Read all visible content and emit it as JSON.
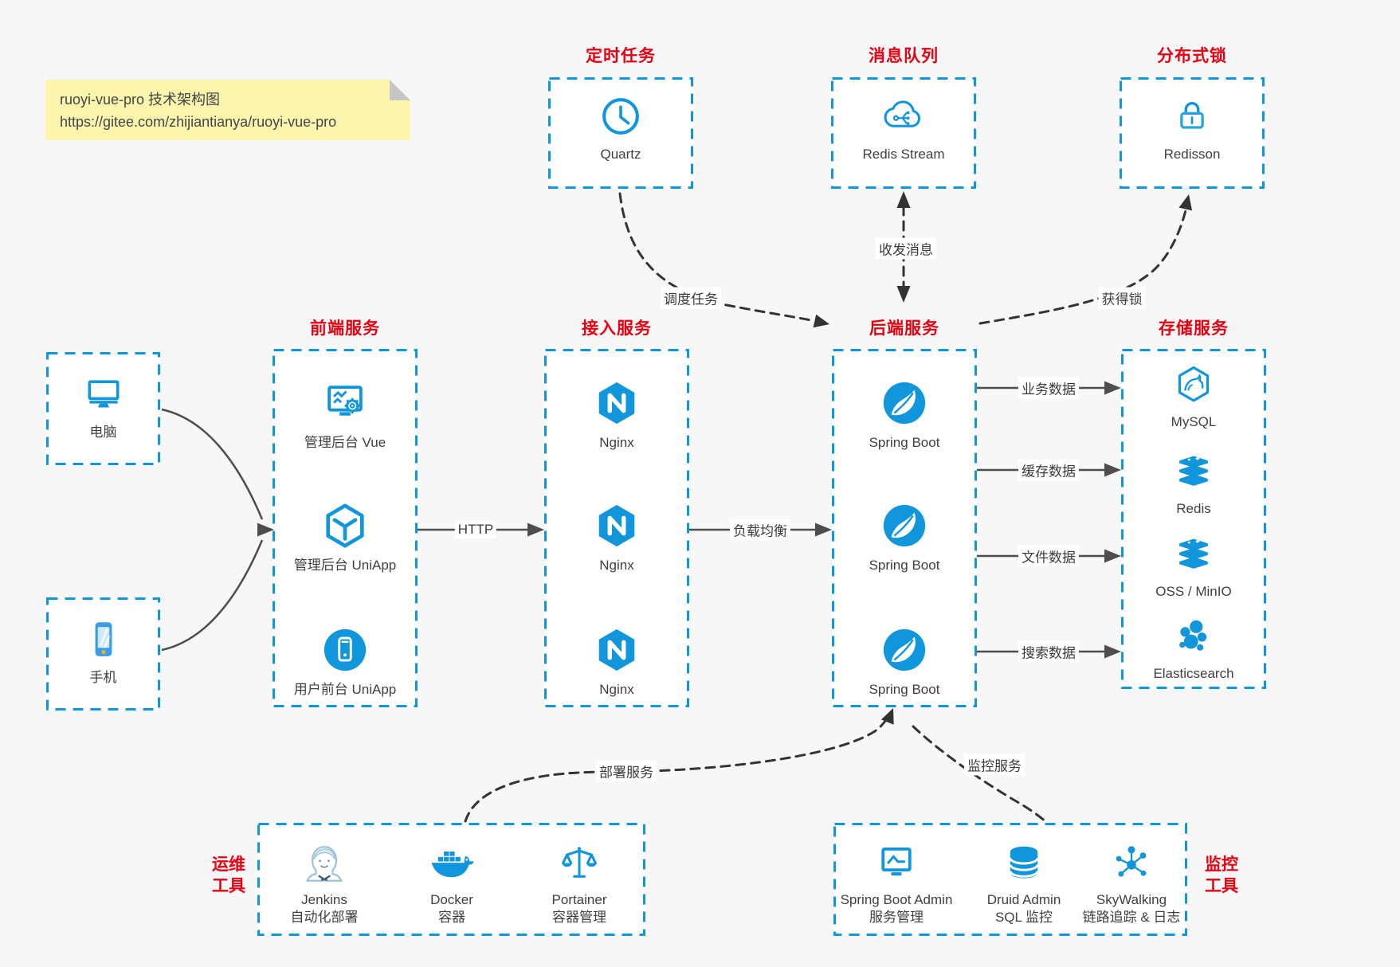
{
  "note": {
    "line1": "ruoyi-vue-pro 技术架构图",
    "line2": "https://gitee.com/zhijiantianya/ruoyi-vue-pro"
  },
  "top_groups": [
    {
      "title": "定时任务",
      "icon": "clock-icon",
      "label": "Quartz"
    },
    {
      "title": "消息队列",
      "icon": "cloud-stream-icon",
      "label": "Redis Stream"
    },
    {
      "title": "分布式锁",
      "icon": "lock-icon",
      "label": "Redisson"
    }
  ],
  "clients": [
    {
      "label": "电脑",
      "icon": "desktop-icon"
    },
    {
      "label": "手机",
      "icon": "smartphone-icon"
    }
  ],
  "columns": [
    {
      "title": "前端服务",
      "items": [
        {
          "label": "管理后台 Vue",
          "icon": "admin-vue-icon"
        },
        {
          "label": "管理后台 UniApp",
          "icon": "uniapp-cube-icon"
        },
        {
          "label": "用户前台 UniApp",
          "icon": "user-app-icon"
        }
      ]
    },
    {
      "title": "接入服务",
      "items": [
        {
          "label": "Nginx",
          "icon": "nginx-icon"
        },
        {
          "label": "Nginx",
          "icon": "nginx-icon"
        },
        {
          "label": "Nginx",
          "icon": "nginx-icon"
        }
      ]
    },
    {
      "title": "后端服务",
      "items": [
        {
          "label": "Spring Boot",
          "icon": "spring-boot-icon"
        },
        {
          "label": "Spring Boot",
          "icon": "spring-boot-icon"
        },
        {
          "label": "Spring Boot",
          "icon": "spring-boot-icon"
        }
      ]
    },
    {
      "title": "存储服务",
      "items": [
        {
          "label": "MySQL",
          "icon": "mysql-icon"
        },
        {
          "label": "Redis",
          "icon": "redis-stack-icon"
        },
        {
          "label": "OSS / MinIO",
          "icon": "oss-stack-icon"
        },
        {
          "label": "Elasticsearch",
          "icon": "elasticsearch-icon"
        }
      ]
    }
  ],
  "bottom_groups": [
    {
      "side_line1": "运维",
      "side_line2": "工具",
      "items": [
        {
          "label": "Jenkins",
          "sublabel": "自动化部署",
          "icon": "jenkins-butler-icon"
        },
        {
          "label": "Docker",
          "sublabel": "容器",
          "icon": "docker-whale-icon"
        },
        {
          "label": "Portainer",
          "sublabel": "容器管理",
          "icon": "portainer-scales-icon"
        }
      ]
    },
    {
      "side_line1": "监控",
      "side_line2": "工具",
      "items": [
        {
          "label": "Spring Boot Admin",
          "sublabel": "服务管理",
          "icon": "monitor-chart-icon"
        },
        {
          "label": "Druid Admin",
          "sublabel": "SQL 监控",
          "icon": "database-cylinder-icon"
        },
        {
          "label": "SkyWalking",
          "sublabel": "链路追踪 & 日志",
          "icon": "topology-icon"
        }
      ]
    }
  ],
  "edges": {
    "http": "HTTP",
    "load_balance": "负载均衡",
    "business": "业务数据",
    "cache": "缓存数据",
    "file": "文件数据",
    "search": "搜索数据",
    "mq": "收发消息",
    "schedule": "调度任务",
    "lock": "获得锁",
    "deploy": "部署服务",
    "monitor": "监控服务"
  },
  "colors": {
    "accent_blue": "#1296db",
    "title_red": "#e60012",
    "solid_line": "#4d4d4d",
    "dashed_line": "#333333",
    "note_bg": "#fbf5ae",
    "page_bg": "#f7f7f8"
  }
}
